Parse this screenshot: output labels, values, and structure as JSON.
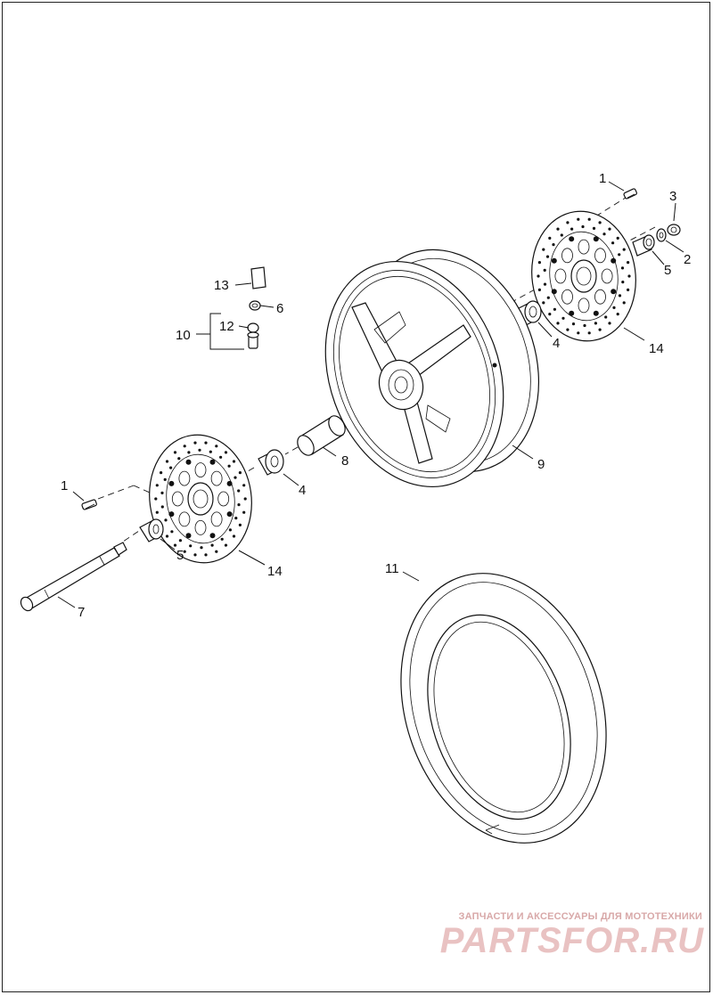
{
  "callouts": {
    "c1_top": "1",
    "c1_left": "1",
    "c2": "2",
    "c3": "3",
    "c4_right": "4",
    "c4_left": "4",
    "c5_right": "5",
    "c5_left": "5",
    "c6": "6",
    "c7": "7",
    "c8": "8",
    "c9": "9",
    "c10": "10",
    "c11": "11",
    "c12": "12",
    "c13": "13",
    "c14_right": "14",
    "c14_left": "14"
  },
  "watermark": {
    "tagline": "ЗАПЧАСТИ И АКСЕССУАРЫ ДЛЯ МОТОТЕХНИКИ",
    "logo": "PARTSFOR.RU"
  }
}
